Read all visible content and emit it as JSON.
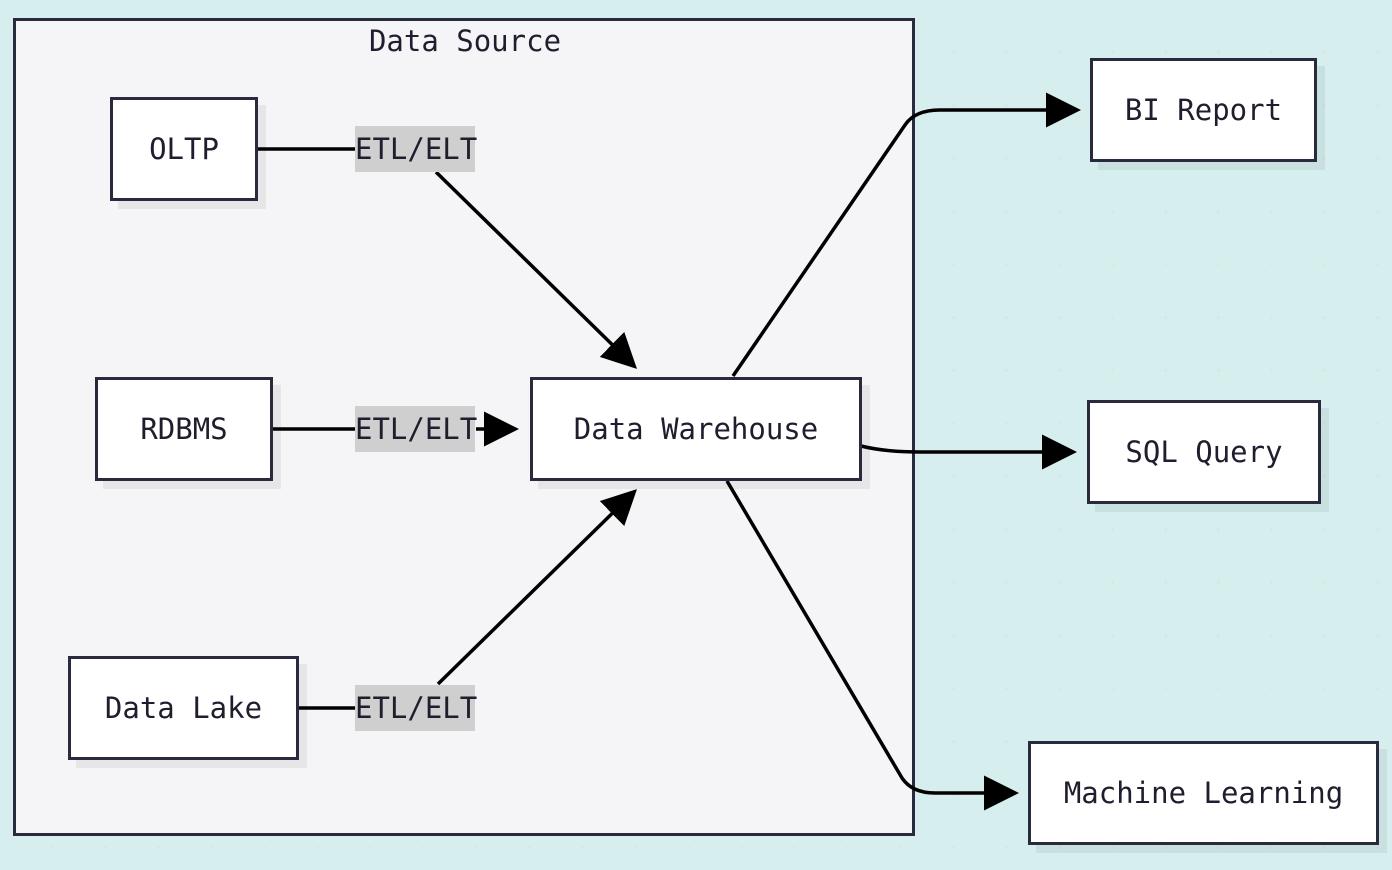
{
  "group": {
    "title": "Data Source"
  },
  "nodes": {
    "oltp": "OLTP",
    "rdbms": "RDBMS",
    "data_lake": "Data Lake",
    "data_warehouse": "Data Warehouse",
    "bi_report": "BI Report",
    "sql_query": "SQL Query",
    "machine_learning": "Machine Learning"
  },
  "edge_labels": {
    "oltp": "ETL/ELT",
    "rdbms": "ETL/ELT",
    "data_lake": "ETL/ELT"
  }
}
